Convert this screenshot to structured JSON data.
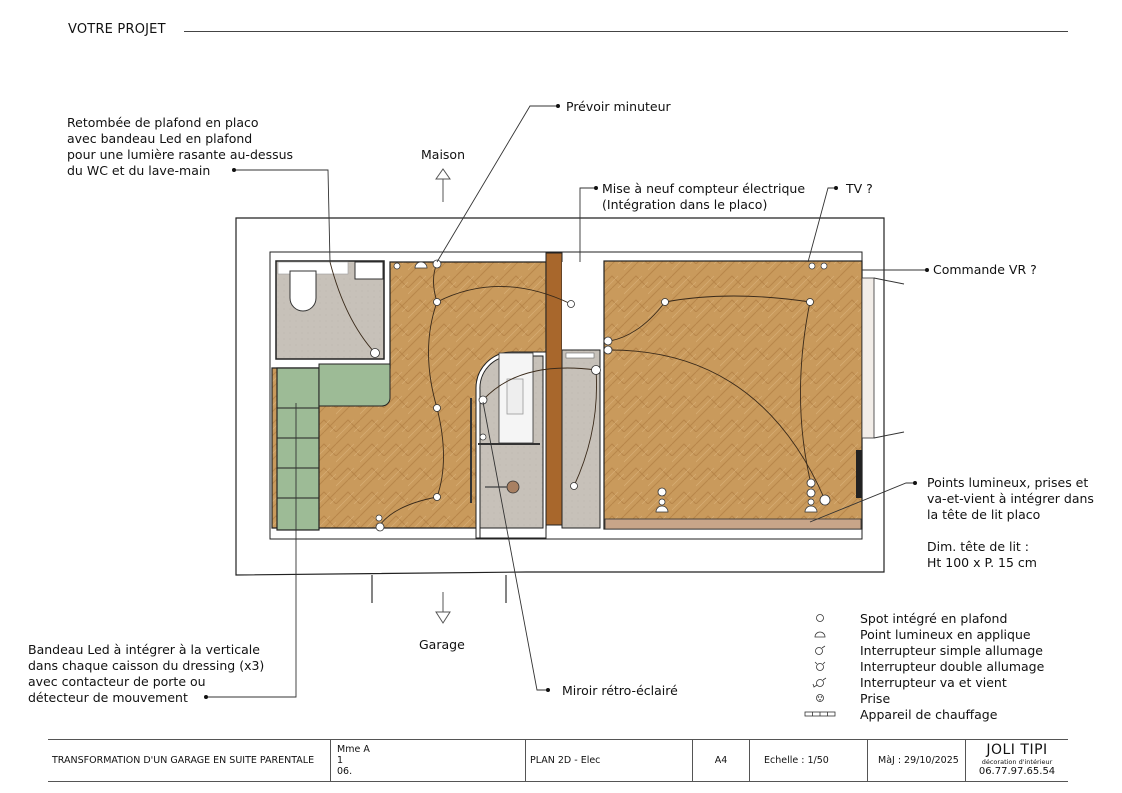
{
  "header": {
    "title": "VOTRE PROJET"
  },
  "orientation": {
    "top_label": "Maison",
    "bottom_label": "Garage"
  },
  "annotations": {
    "retombee": "Retombée de plafond en placo\navec bandeau Led en plafond\npour une lumière rasante au-dessus\ndu WC et du lave-main",
    "minuteur": "Prévoir minuteur",
    "compteur": "Mise à neuf compteur électrique\n(Intégration dans le placo)",
    "tv": "TV ?",
    "commande_vr": "Commande VR ?",
    "tete_de_lit": "Points lumineux, prises et\nva-et-vient à intégrer dans\nla tête de lit placo",
    "dimensions": "Dim. tête de lit :\nHt 100 x P. 15 cm",
    "bandeau_dressing": "Bandeau Led à intégrer à la verticale\ndans chaque caisson du dressing (x3)\navec contacteur de porte ou\ndétecteur de mouvement",
    "miroir": "Miroir rétro-éclairé"
  },
  "legend": {
    "items": [
      {
        "icon": "ceiling-spot-icon",
        "label": "Spot intégré en plafond"
      },
      {
        "icon": "wall-light-icon",
        "label": "Point lumineux en applique"
      },
      {
        "icon": "single-switch-icon",
        "label": "Interrupteur simple allumage"
      },
      {
        "icon": "double-switch-icon",
        "label": "Interrupteur double allumage"
      },
      {
        "icon": "two-way-switch-icon",
        "label": "Interrupteur va et vient"
      },
      {
        "icon": "socket-icon",
        "label": "Prise"
      },
      {
        "icon": "heater-icon",
        "label": "Appareil de chauffage"
      }
    ]
  },
  "title_block": {
    "project": "TRANSFORMATION D'UN GARAGE EN SUITE PARENTALE",
    "client_name": "Mme A",
    "client_line2": "1",
    "client_line3": "06.",
    "plan": "PLAN 2D - Elec",
    "format": "A4",
    "scale": "Echelle  : 1/50",
    "updated": "MàJ : 29/10/2025",
    "brand_name": "JOLI TIPI",
    "brand_sub": "décoration d'intérieur",
    "brand_phone": "06.77.97.65.54"
  },
  "colors": {
    "wood": "#c99a5c",
    "tile": "#c9c3bb",
    "dressing_green": "#9dbb96",
    "wall": "#222222",
    "beam": "#a8672c"
  }
}
